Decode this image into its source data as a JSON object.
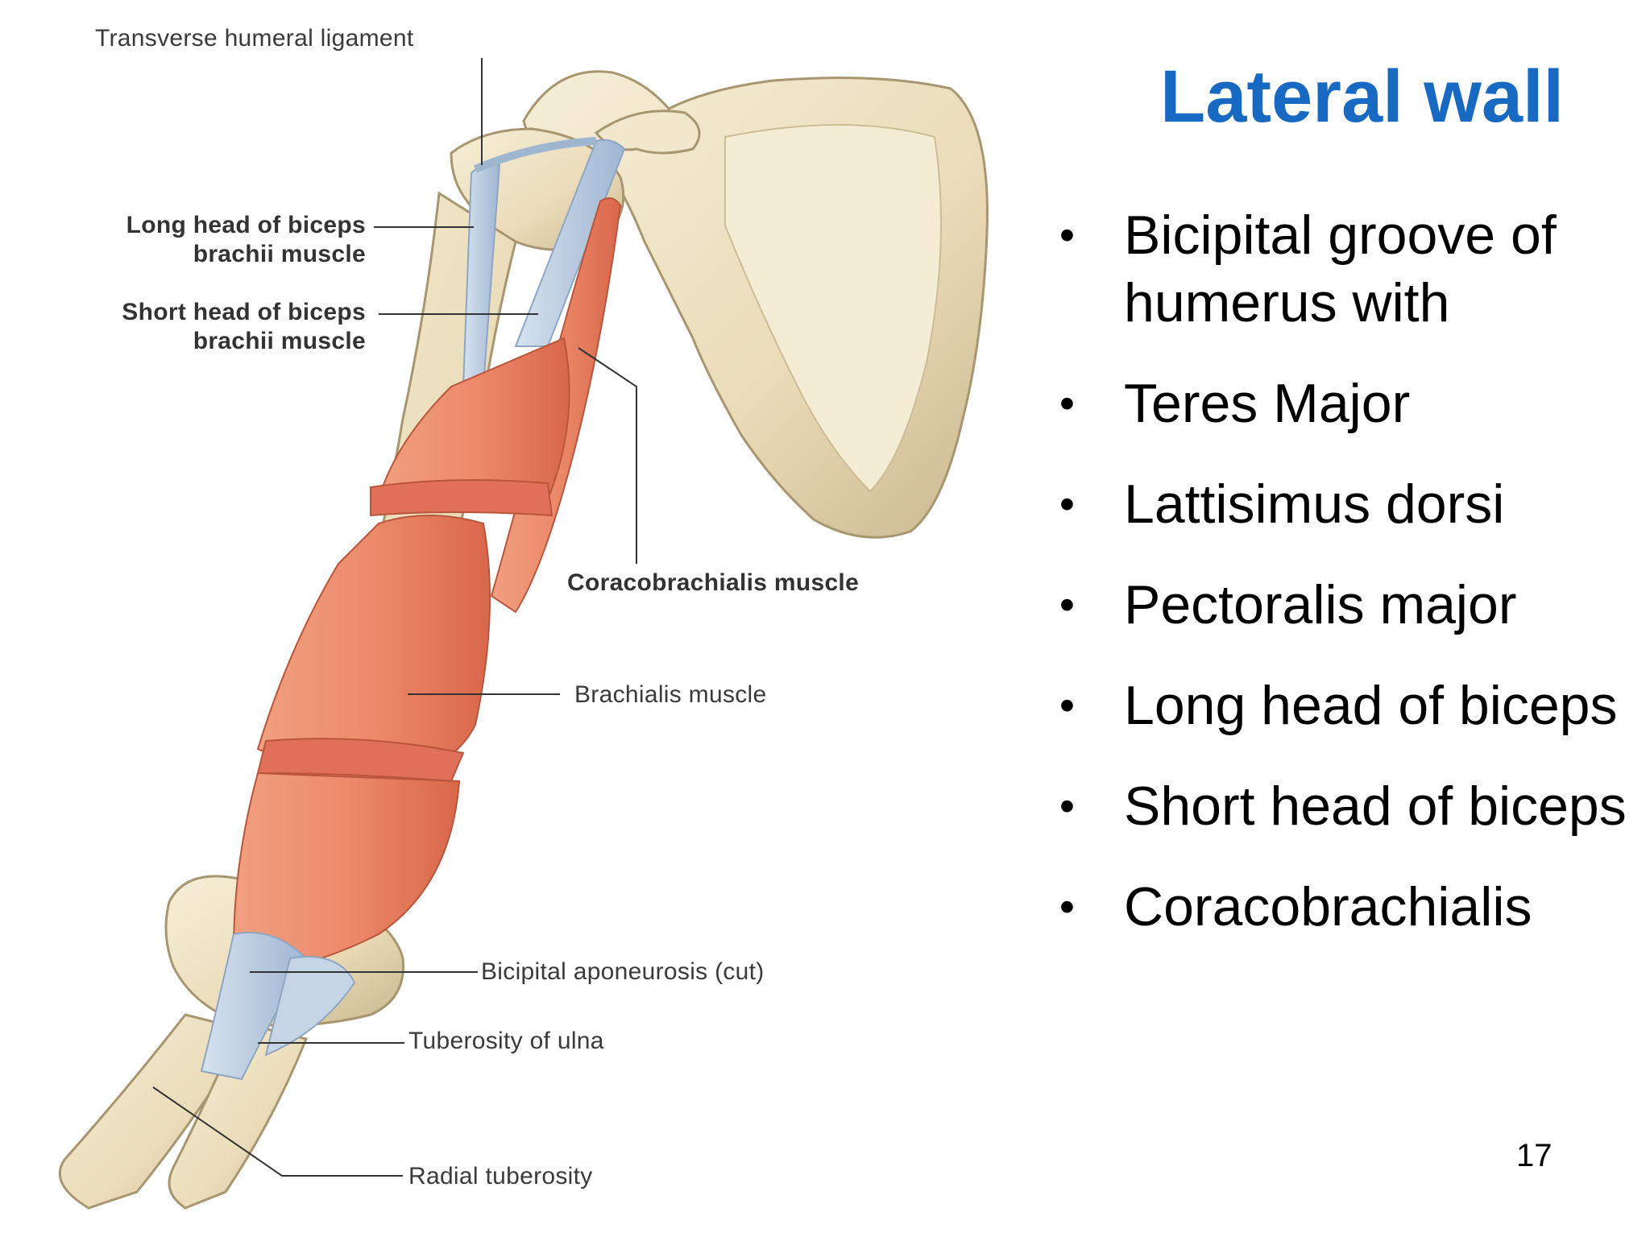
{
  "slide": {
    "title": "Lateral wall",
    "bullets": [
      "Bicipital groove of humerus with",
      "Teres Major",
      "Lattisimus dorsi",
      "Pectoralis major",
      "Long head of biceps",
      "Short head of biceps",
      "Coracobrachialis"
    ],
    "page_number": "17"
  },
  "figure": {
    "labels": {
      "transverse_humeral_ligament": "Transverse humeral ligament",
      "long_head_line1": "Long head of biceps",
      "long_head_line2": "brachii muscle",
      "short_head_line1": "Short head of biceps",
      "short_head_line2": "brachii muscle",
      "coracobrachialis": "Coracobrachialis muscle",
      "brachialis": "Brachialis muscle",
      "bicipital_aponeurosis": "Bicipital aponeurosis (cut)",
      "tuberosity_ulna": "Tuberosity of ulna",
      "radial_tuberosity": "Radial tuberosity"
    },
    "colors": {
      "bone": "#efe4c8",
      "bone_shadow": "#c9b78f",
      "muscle": "#ec8a6a",
      "muscle_dark": "#d9674a",
      "tendon": "#b9cbe0",
      "leader_line": "#333333"
    }
  }
}
